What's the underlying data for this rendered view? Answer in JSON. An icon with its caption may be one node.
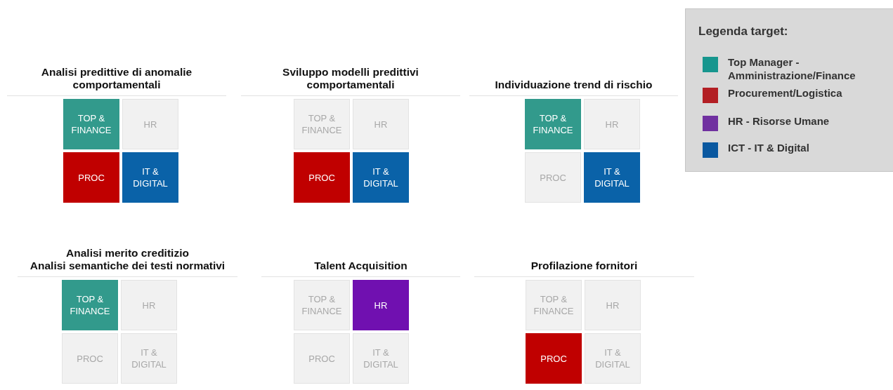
{
  "diagram": {
    "nodes": [
      {
        "text": [
          "Analisi predittive di anomalie comportamentali"
        ]
      },
      {
        "text": [
          "TOP & FINANCE"
        ],
        "in": 0
      },
      {
        "text": [
          "HR"
        ],
        "in": 0
      },
      {
        "text": [
          "PROC"
        ],
        "in": 0
      },
      {
        "text": [
          "IT & DIGITAL"
        ],
        "in": 0
      },
      {
        "text": [
          "Sviluppo modelli predittivi comportamentali"
        ]
      },
      {
        "text": [
          "TOP & FINANCE"
        ],
        "in": 5
      },
      {
        "text": [
          "HR"
        ],
        "in": 5
      },
      {
        "text": [
          "PROC"
        ],
        "in": 5
      },
      {
        "text": [
          "IT & DIGITAL"
        ],
        "in": 5
      },
      {
        "text": [
          "Individuazione trend di rischio"
        ]
      },
      {
        "text": [
          "TOP & FINANCE"
        ],
        "in": 10
      },
      {
        "text": [
          "HR"
        ],
        "in": 10
      },
      {
        "text": [
          "PROC"
        ],
        "in": 10
      },
      {
        "text": [
          "IT & DIGITAL"
        ],
        "in": 10
      },
      {
        "text": [
          "Analisi merito creditizio",
          "Analisi semantiche dei testi normativi"
        ]
      },
      {
        "text": [
          "TOP & FINANCE"
        ],
        "in": 15
      },
      {
        "text": [
          "HR"
        ],
        "in": 15
      },
      {
        "text": [
          "PROC"
        ],
        "in": 15
      },
      {
        "text": [
          "IT & DIGITAL"
        ],
        "in": 15
      },
      {
        "text": [
          "Talent Acquisition"
        ]
      },
      {
        "text": [
          "TOP & FINANCE"
        ],
        "in": 20
      },
      {
        "text": [
          "HR"
        ],
        "in": 20
      },
      {
        "text": [
          "PROC"
        ],
        "in": 20
      },
      {
        "text": [
          "IT & DIGITAL"
        ],
        "in": 20
      },
      {
        "text": [
          "Profilazione fornitori"
        ]
      },
      {
        "text": [
          "TOP & FINANCE"
        ],
        "in": 25
      },
      {
        "text": [
          "HR"
        ],
        "in": 25
      },
      {
        "text": [
          "PROC"
        ],
        "in": 25
      },
      {
        "text": [
          "IT & DIGITAL"
        ],
        "in": 25
      }
    ],
    "labels": [
      "Legenda target:"
    ],
    "legend": [
      {
        "text": "Top Manager - Amministrazione/Finance",
        "color": "#17968e"
      },
      {
        "text": "Procurement/Logistica",
        "color": "#b31f24"
      },
      {
        "text": "HR - Risorse Umane",
        "color": "#7030a0"
      },
      {
        "text": "ICT - IT & Digital",
        "color": "#0a58a0"
      }
    ]
  }
}
